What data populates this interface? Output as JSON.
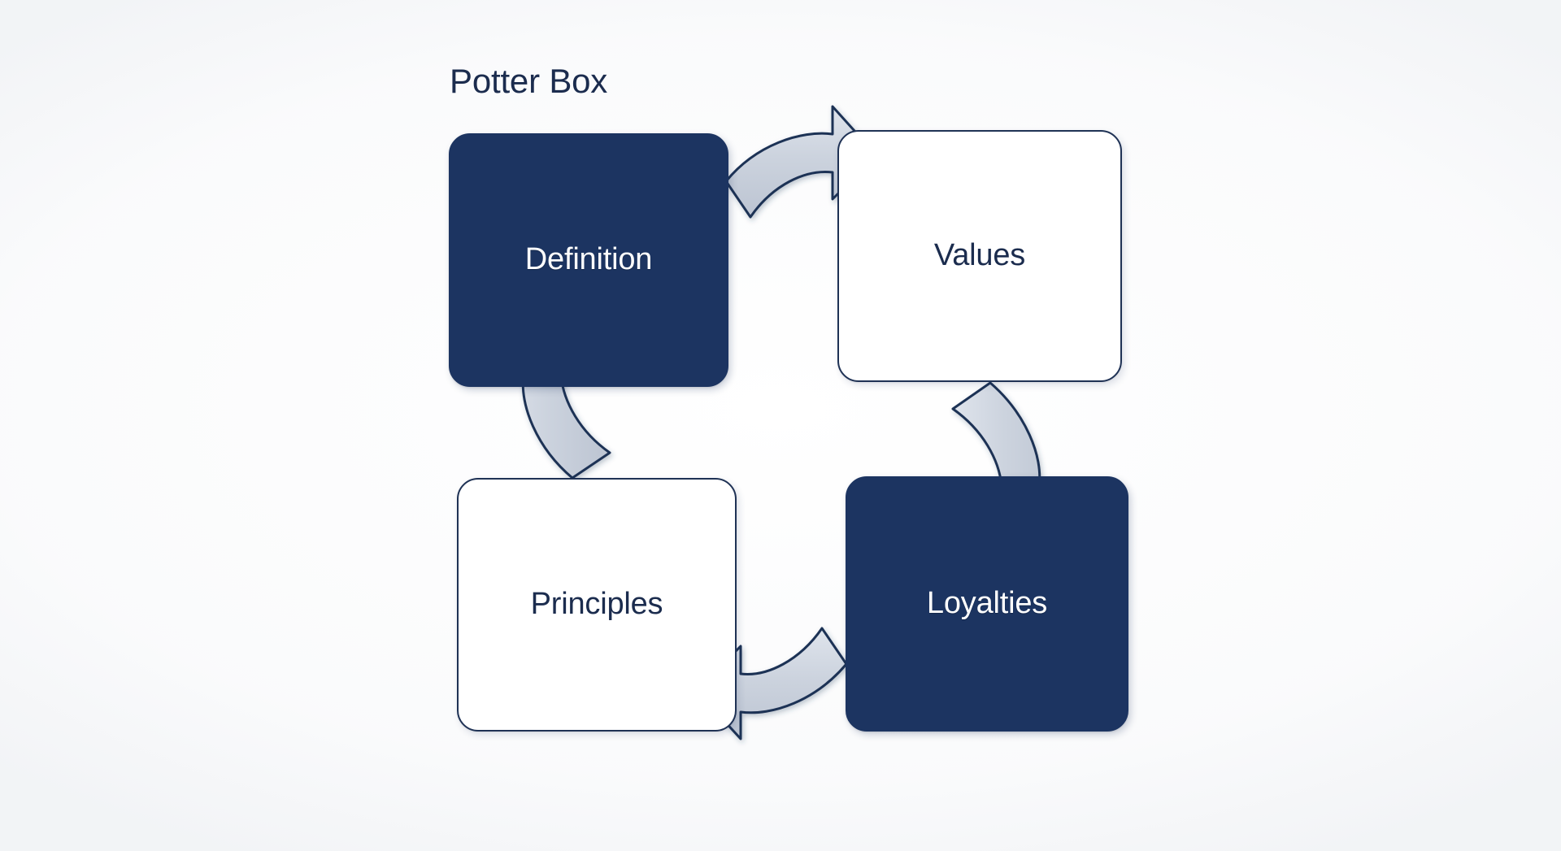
{
  "diagram": {
    "title": "Potter Box",
    "type": "cycle-diagram",
    "background_color": "#ffffff",
    "accent_navy": "#1c3461",
    "text_navy": "#1b2c4e",
    "arrow_fill": "#c9d0da",
    "arrow_stroke": "#1f3255",
    "nodes": [
      {
        "id": "definition",
        "label": "Definition",
        "style": "filled",
        "position": "top-left",
        "fill": "#1c3461",
        "text_color": "#ffffff"
      },
      {
        "id": "values",
        "label": "Values",
        "style": "outlined",
        "position": "top-right",
        "fill": "#ffffff",
        "text_color": "#1b2c4e"
      },
      {
        "id": "loyalties",
        "label": "Loyalties",
        "style": "filled",
        "position": "bottom-right",
        "fill": "#1c3461",
        "text_color": "#ffffff"
      },
      {
        "id": "principles",
        "label": "Principles",
        "style": "outlined",
        "position": "bottom-left",
        "fill": "#ffffff",
        "text_color": "#1b2c4e"
      }
    ],
    "arrows": [
      {
        "id": "definition-to-values",
        "from": "definition",
        "to": "values",
        "direction": "right",
        "shape": "curved-block-arrow"
      },
      {
        "id": "values-to-loyalties",
        "from": "values",
        "to": "loyalties",
        "direction": "down",
        "shape": "curved-block-arrow"
      },
      {
        "id": "loyalties-to-principles",
        "from": "loyalties",
        "to": "principles",
        "direction": "left",
        "shape": "curved-block-arrow"
      },
      {
        "id": "principles-to-definition",
        "from": "principles",
        "to": "definition",
        "direction": "up",
        "shape": "curved-block-arrow"
      }
    ]
  }
}
